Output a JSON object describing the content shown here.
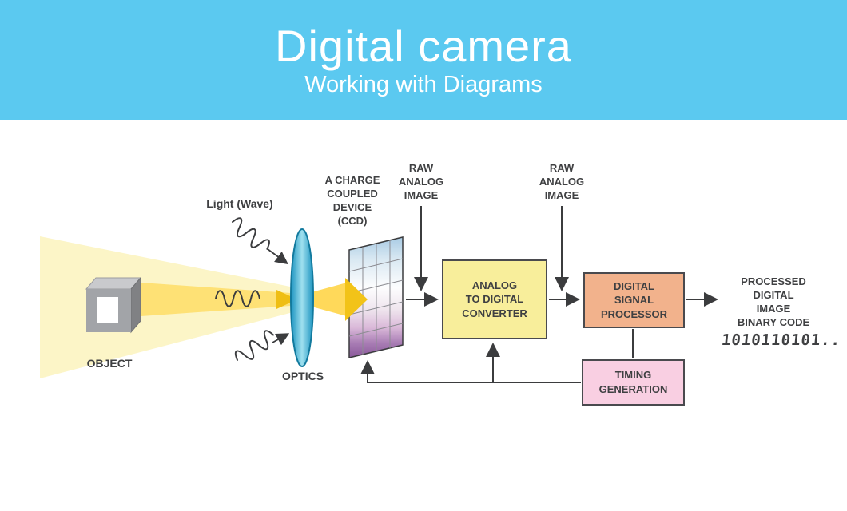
{
  "header": {
    "title": "Digital camera",
    "subtitle": "Working with Diagrams",
    "bg_color": "#5bc9f0"
  },
  "labels": {
    "light_wave": "Light (Wave)",
    "object": "OBJECT",
    "optics": "OPTICS",
    "ccd": "A CHARGE\nCOUPLED\nDEVICE\n(CCD)",
    "raw_analog_1": "RAW\nANALOG\nIMAGE",
    "raw_analog_2": "RAW\nANALOG\nIMAGE",
    "output": "PROCESSED\nDIGITAL\nIMAGE\nBINARY CODE",
    "binary_code": "1010110101.."
  },
  "boxes": {
    "adc": {
      "label": "ANALOG\nTO DIGITAL\nCONVERTER",
      "color": "#f8ee9b"
    },
    "dsp": {
      "label": "DIGITAL\nSIGNAL\nPROCESSOR",
      "color": "#f2b28c"
    },
    "timing": {
      "label": "TIMING\nGENERATION",
      "color": "#f9cfe2"
    }
  },
  "palette": {
    "beam_yellow": "#ffd95a",
    "beam_pale": "#faefa2",
    "lens_blue": "#1a93c0",
    "ink": "#3b3c3e",
    "ccd_top": "#a9cbe4",
    "ccd_bottom": "#8a589a"
  }
}
